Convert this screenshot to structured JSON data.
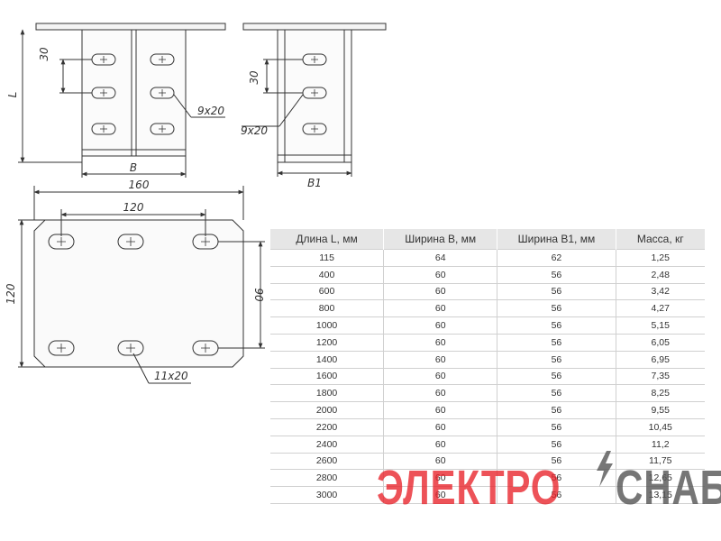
{
  "drawing": {
    "side_view": {
      "pitch_label": "30",
      "length_label": "L",
      "width_label": "B",
      "slot_label": "9x20"
    },
    "end_view": {
      "pitch_label": "30",
      "slot_label": "9x20",
      "width_label": "B1"
    },
    "plate_view": {
      "width_label": "160",
      "hole_span_label": "120",
      "height_label": "120",
      "vertical_span_label": "90",
      "slot_label": "11x20"
    }
  },
  "table": {
    "headers": [
      "Длина L, мм",
      "Ширина B, мм",
      "Ширина B1, мм",
      "Масса, кг"
    ],
    "rows": [
      [
        "115",
        "64",
        "62",
        "1,25"
      ],
      [
        "400",
        "60",
        "56",
        "2,48"
      ],
      [
        "600",
        "60",
        "56",
        "3,42"
      ],
      [
        "800",
        "60",
        "56",
        "4,27"
      ],
      [
        "1000",
        "60",
        "56",
        "5,15"
      ],
      [
        "1200",
        "60",
        "56",
        "6,05"
      ],
      [
        "1400",
        "60",
        "56",
        "6,95"
      ],
      [
        "1600",
        "60",
        "56",
        "7,35"
      ],
      [
        "1800",
        "60",
        "56",
        "8,25"
      ],
      [
        "2000",
        "60",
        "56",
        "9,55"
      ],
      [
        "2200",
        "60",
        "56",
        "10,45"
      ],
      [
        "2400",
        "60",
        "56",
        "11,2"
      ],
      [
        "2600",
        "60",
        "56",
        "11,75"
      ],
      [
        "2800",
        "60",
        "56",
        "12,65"
      ],
      [
        "3000",
        "60",
        "56",
        "13,15"
      ]
    ]
  },
  "watermark": {
    "text_left": "ЭЛЕКТРО",
    "text_right": "СНАБ",
    "left_color": "#e8222a",
    "right_color": "#555555"
  }
}
